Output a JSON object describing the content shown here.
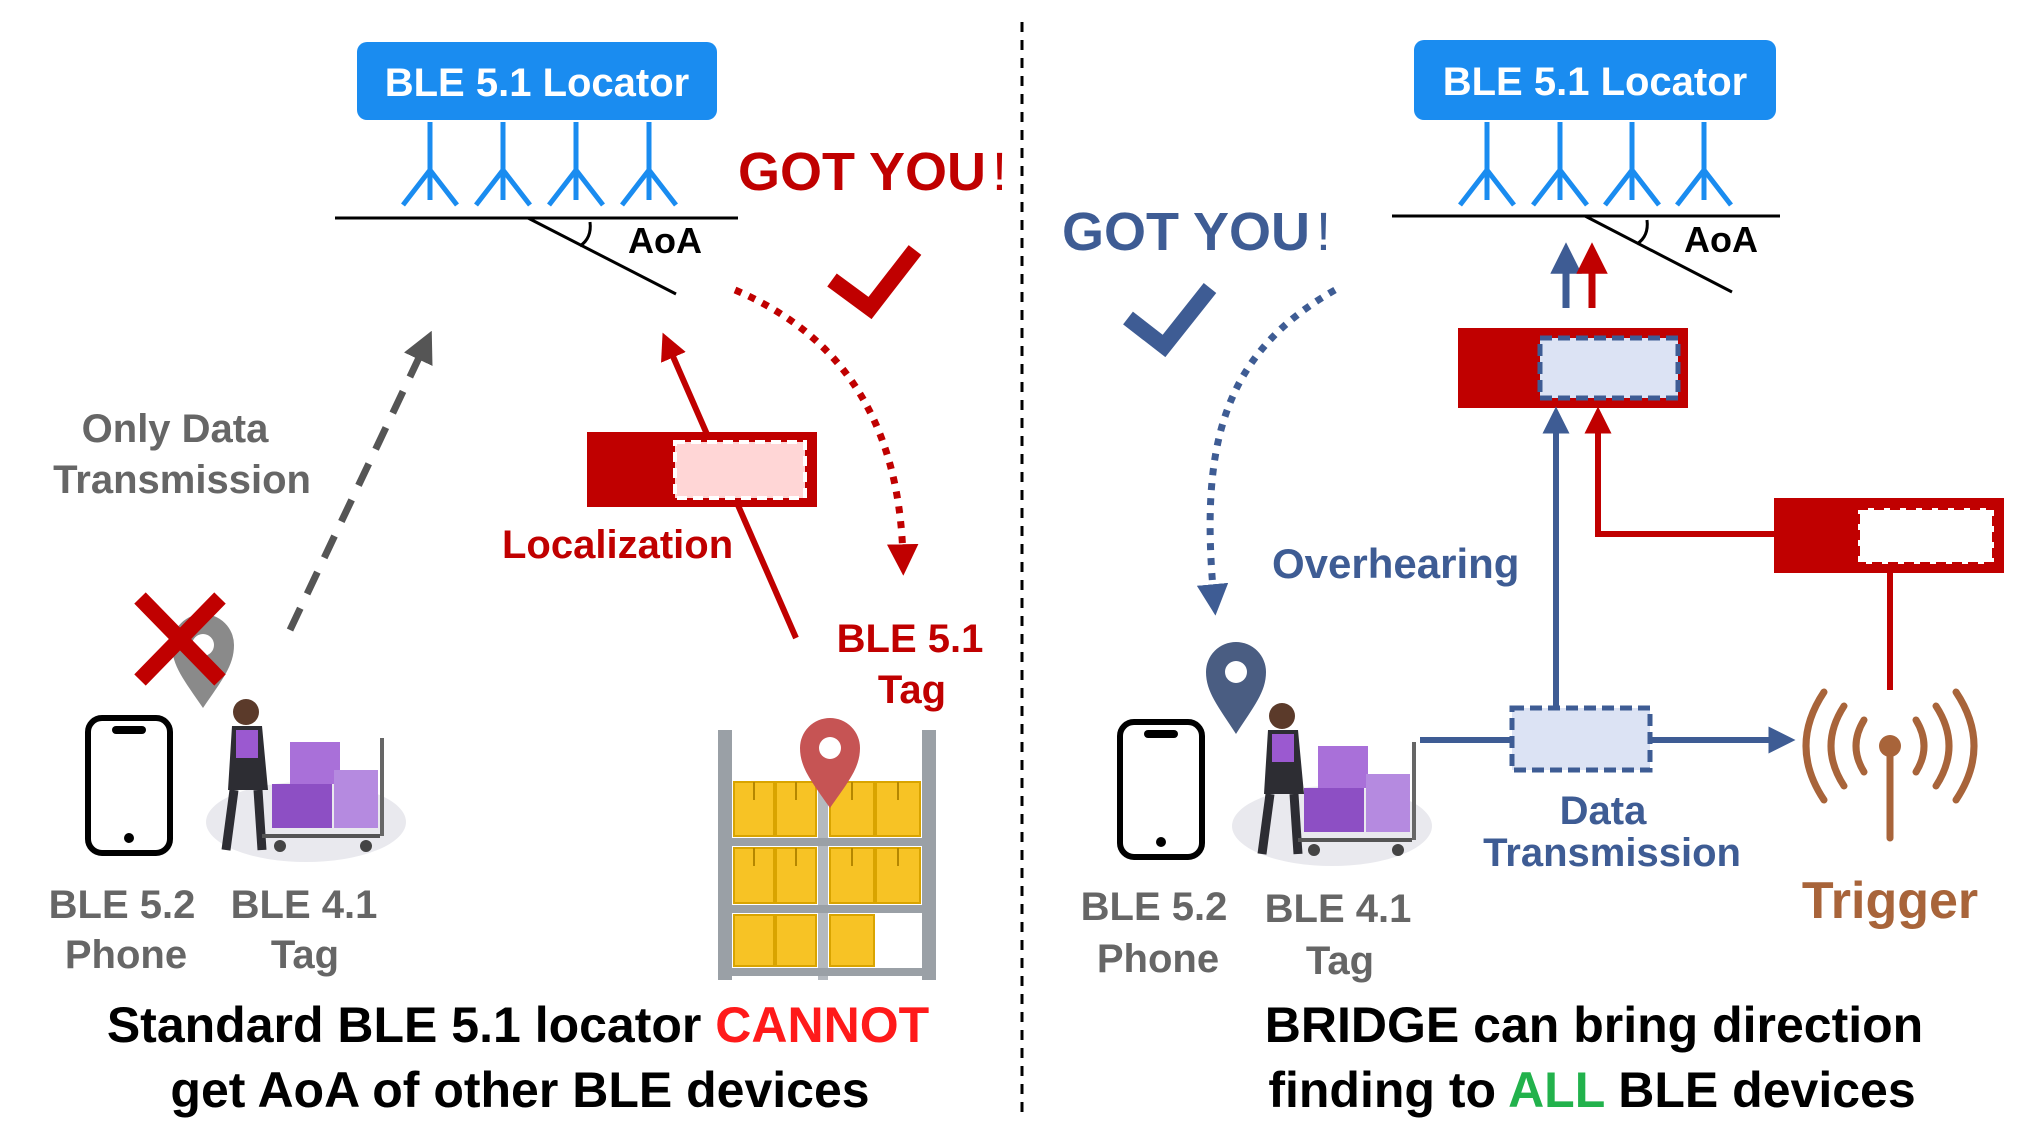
{
  "colors": {
    "blue_badge": "#1a8cf0",
    "antenna": "#1a8cf0",
    "red": "#c00000",
    "bright_red": "#ff1a1a",
    "navy": "#3e5c94",
    "gray": "#666666",
    "dark_gray": "#555555",
    "green": "#22b24c",
    "brown": "#a8643a",
    "packet_fill_pink": "#ffd6d6",
    "packet_fill_blue": "#dce3f4",
    "box_yellow": "#f7c325",
    "shelf_gray": "#9aa0a6",
    "pin_red": "#c65454",
    "pin_gray": "#8a8a8a",
    "pin_navy": "#4a5d82",
    "purple": "#9b59d0"
  },
  "left": {
    "locator_label": "BLE 5.1 Locator",
    "aoa_label": "AoA",
    "got_you": "GOT YOU",
    "got_you_mark": "!",
    "only_data_line1": "Only Data",
    "only_data_line2": "Transmission",
    "localization": "Localization",
    "tag51_line1": "BLE 5.1",
    "tag51_line2": "Tag",
    "phone_line1": "BLE 5.2",
    "phone_line2": "Phone",
    "tag41_line1": "BLE 4.1",
    "tag41_line2": "Tag",
    "caption_line1_a": "Standard BLE 5.1 locator ",
    "caption_line1_b": "CANNOT",
    "caption_line2": "get AoA of other BLE devices"
  },
  "right": {
    "locator_label": "BLE 5.1 Locator",
    "aoa_label": "AoA",
    "got_you": "GOT YOU",
    "got_you_mark": "!",
    "overhearing": "Overhearing",
    "data_line1": "Data",
    "data_line2": "Transmission",
    "trigger": "Trigger",
    "phone_line1": "BLE 5.2",
    "phone_line2": "Phone",
    "tag41_line1": "BLE 4.1",
    "tag41_line2": "Tag",
    "caption_line1": "BRIDGE can bring direction",
    "caption_line2_a": "finding to ",
    "caption_line2_b": "ALL",
    "caption_line2_c": " BLE devices"
  }
}
